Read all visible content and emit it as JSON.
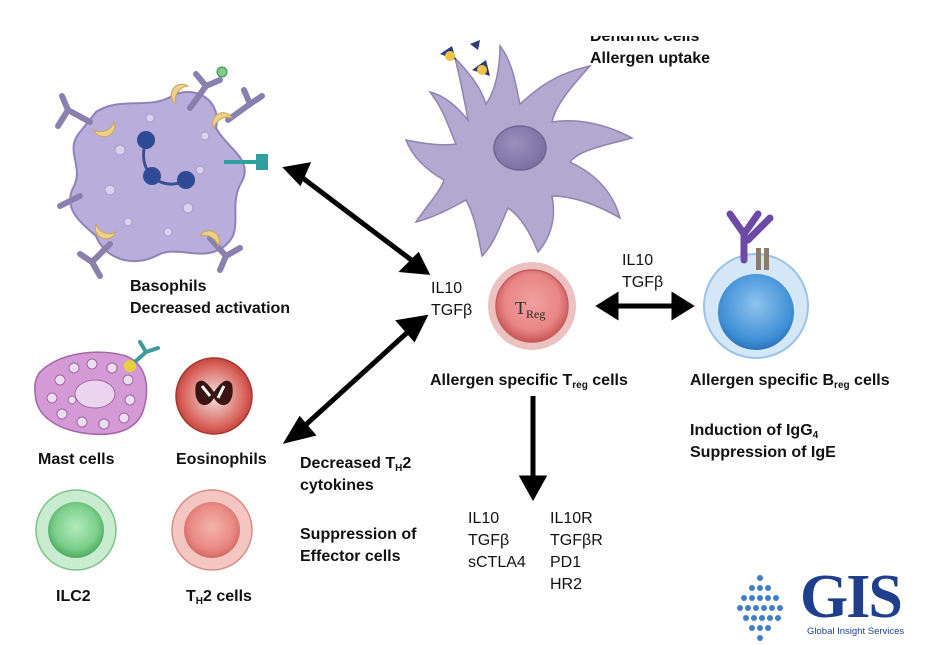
{
  "dendritic": {
    "line1": "Dendritic cells",
    "line2": "Allergen uptake"
  },
  "basophils": {
    "line1": "Basophils",
    "line2": "Decreased activation"
  },
  "treg_cytokines": {
    "line1": "IL10",
    "line2": "TGFβ"
  },
  "treg_cell_text": {
    "main": "T",
    "sub": "Reg"
  },
  "treg_label": {
    "pre": "Allergen specific T",
    "sub": "reg",
    "post": " cells"
  },
  "breg_cytokines": {
    "line1": "IL10",
    "line2": "TGFβ"
  },
  "breg_label": {
    "pre": "Allergen specific B",
    "sub": "reg",
    "post": " cells"
  },
  "breg_effects": {
    "l1_pre": "Induction of IgG",
    "l1_sub": "4",
    "l2": "Suppression of IgE"
  },
  "mast": "Mast cells",
  "eosinophils": "Eosinophils",
  "ilc2": "ILC2",
  "th2": {
    "pre": "T",
    "sub": "H",
    "post": "2 cells"
  },
  "decreased": {
    "pre": "Decreased T",
    "sub": "H",
    "post": "2",
    "line2": "cytokines"
  },
  "suppression": {
    "line1": "Suppression of",
    "line2": "Effector cells"
  },
  "mediators_left": [
    "IL10",
    "TGFβ",
    "sCTLA4"
  ],
  "mediators_right": [
    "IL10R",
    "TGFβR",
    "PD1",
    "HR2"
  ],
  "logo": {
    "word": "GIS",
    "sub": "Global Insight Services"
  },
  "colors": {
    "basophil": "#b7abd8",
    "dendritic": "#b3a8cf",
    "treg": "#e98b8b",
    "breg": "#4f9ad8",
    "ilc2": "#7ccf8b",
    "arrow": "#000000",
    "logo": "#1f3f8c"
  }
}
